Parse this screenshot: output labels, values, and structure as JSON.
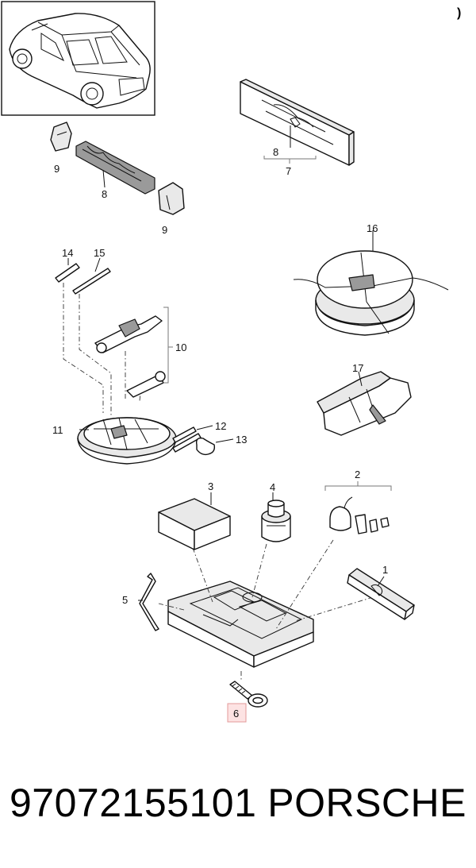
{
  "corner_mark": ")",
  "callouts": {
    "c1": "1",
    "c2": "2",
    "c3": "3",
    "c4": "4",
    "c5": "5",
    "c6": "6",
    "c7": "7",
    "c8a": "8",
    "c8b": "8",
    "c9a": "9",
    "c9b": "9",
    "c10": "10",
    "c11": "11",
    "c12": "12",
    "c13": "13",
    "c14": "14",
    "c15": "15",
    "c16": "16",
    "c17": "17"
  },
  "highlighted_callout": "6",
  "highlight_color": "#fde3e3",
  "footer": {
    "part_number": "97072155101",
    "brand": "PORSCHE"
  }
}
